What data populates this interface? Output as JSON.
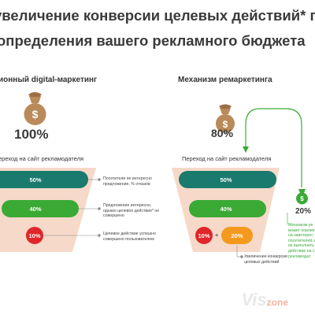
{
  "title": {
    "line1": "увеличение конверсии целевых действий* пут",
    "line2": "определения вашего рекламного бюджета"
  },
  "left": {
    "heading": "ионный digital-маркетинг",
    "percent": "100%",
    "caption": "ереход на сайт рекламодателя",
    "stages": [
      {
        "label": "50%",
        "color": "#1a7a6e"
      },
      {
        "label": "40%",
        "color": "#3aaa35"
      },
      {
        "label": "10%",
        "color": "#e0262a"
      }
    ]
  },
  "notes": [
    "Посетители не интересно предложение, % отказов",
    "Предложение интересно, однако целевое действие* не совершено",
    "Целевое действие успешно совершено пользователем"
  ],
  "right": {
    "heading": "Механизм ремаркетинга",
    "percent": "80%",
    "caption": "Переход на сайт рекламодателя",
    "stages": [
      {
        "label": "50%",
        "color": "#1a7a6e"
      },
      {
        "label": "40%",
        "color": "#3aaa35"
      },
      {
        "label": "10%",
        "color": "#e0262a"
      },
      {
        "label": "20%",
        "color": "#f39a1e"
      }
    ],
    "plus": "+",
    "retarget_percent": "20%",
    "retarget_note": "Механизм ре может повлия на заинтерес посетителей, в их выполнить действие на с рекламодат",
    "conversion_note": "Увеличение конверсии целевых действий"
  },
  "watermark": {
    "main": "Vis",
    "sub": "zone"
  },
  "colors": {
    "teal": "#1a7a6e",
    "green": "#3aaa35",
    "red": "#e0262a",
    "orange": "#f39a1e",
    "bag": "#b98a5a",
    "funnel": "#f6d9c9"
  }
}
